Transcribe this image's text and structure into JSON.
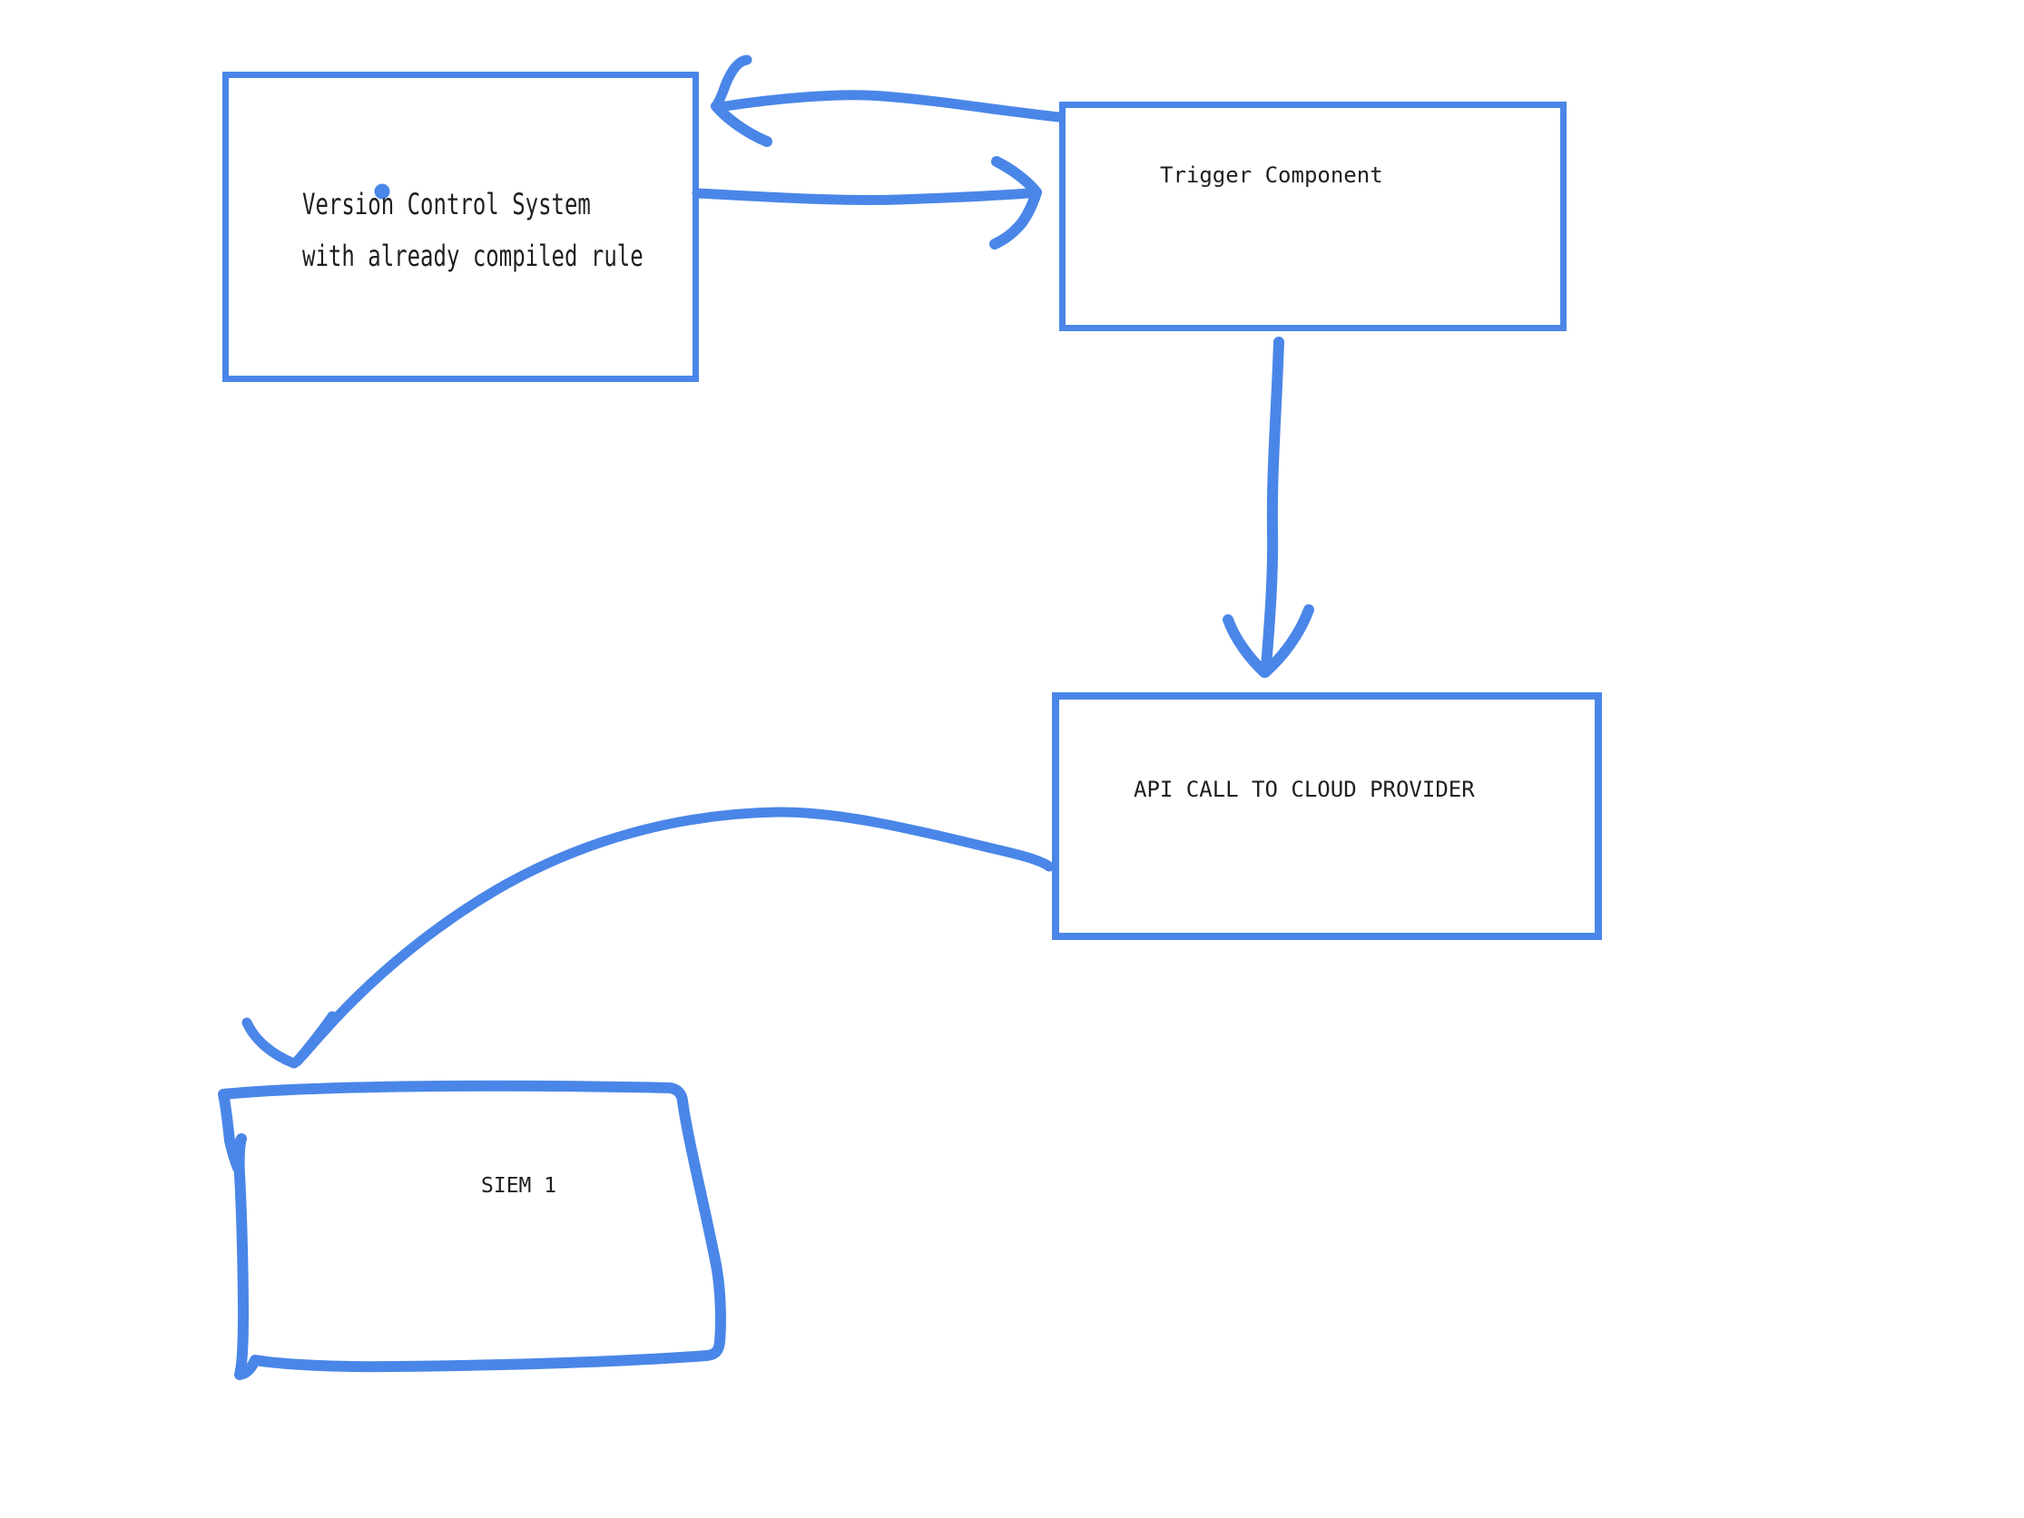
{
  "app": {
    "type": "whiteboard-drawing-canvas",
    "background": "#ffffff"
  },
  "colors": {
    "pen_blue": "#4a86e8",
    "box_border_blue": "#4a86e8",
    "text": "#1f1f1f"
  },
  "nodes": {
    "version_control": {
      "label_line1": "Version Control System",
      "label_line2": "with already compiled rule",
      "shape": "rectangle"
    },
    "trigger": {
      "label": "Trigger Component",
      "shape": "rectangle"
    },
    "api_call": {
      "label": "API CALL TO CLOUD PROVIDER",
      "shape": "rectangle"
    },
    "siem": {
      "label": "SIEM 1",
      "shape": "hand-drawn-rectangle"
    }
  },
  "edges": [
    {
      "from": "trigger",
      "to": "version_control",
      "style": "hand-drawn-arrow",
      "direction": "left"
    },
    {
      "from": "version_control",
      "to": "trigger",
      "style": "hand-drawn-arrow",
      "direction": "right"
    },
    {
      "from": "trigger",
      "to": "api_call",
      "style": "hand-drawn-arrow",
      "direction": "down"
    },
    {
      "from": "api_call",
      "to": "siem",
      "style": "hand-drawn-curved-arrow",
      "direction": "down-left"
    }
  ],
  "decorations": {
    "blue_dot": "small pen dot above the n of Version"
  }
}
